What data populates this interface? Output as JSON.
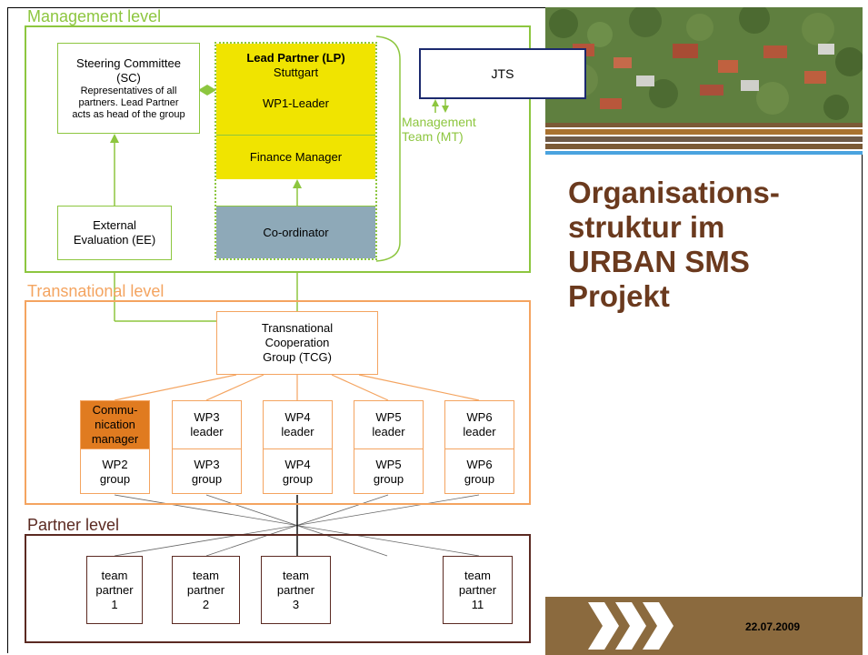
{
  "levels": {
    "management": "Management level",
    "transnational": "Transnational level",
    "partner": "Partner level"
  },
  "steering": {
    "title": "Steering Committee",
    "abbr": "(SC)",
    "line1": "Representatives of all",
    "line2": "partners. Lead Partner",
    "line3": "acts as head of the group"
  },
  "lead_partner": {
    "title": "Lead Partner (LP)",
    "city": "Stuttgart",
    "wp1": "WP1-Leader",
    "finance": "Finance Manager",
    "coordinator": "Co-ordinator"
  },
  "jts": "JTS",
  "management_team": {
    "line1": "Management",
    "line2": "Team (MT)"
  },
  "external": {
    "line1": "External",
    "line2": "Evaluation (EE)"
  },
  "tcg": {
    "line1": "Transnational",
    "line2": "Cooperation",
    "line3": "Group (TCG)"
  },
  "communication": {
    "line1": "Commu-",
    "line2": "nication",
    "line3": "manager"
  },
  "wp_groups": [
    {
      "group1": "WP2",
      "group2": "group"
    },
    {
      "top1": "WP3",
      "top2": "leader",
      "group1": "WP3",
      "group2": "group"
    },
    {
      "top1": "WP4",
      "top2": "leader",
      "group1": "WP4",
      "group2": "group"
    },
    {
      "top1": "WP5",
      "top2": "leader",
      "group1": "WP5",
      "group2": "group"
    },
    {
      "top1": "WP6",
      "top2": "leader",
      "group1": "WP6",
      "group2": "group"
    }
  ],
  "teams": [
    {
      "l1": "team",
      "l2": "partner",
      "l3": "1"
    },
    {
      "l1": "team",
      "l2": "partner",
      "l3": "2"
    },
    {
      "l1": "team",
      "l2": "partner",
      "l3": "3"
    },
    {
      "l1": "team",
      "l2": "partner",
      "l3": "11"
    }
  ],
  "slide_title": {
    "line1": "Organisations-",
    "line2": "struktur im",
    "line3": "URBAN SMS",
    "line4": "Projekt"
  },
  "date": "22.07.2009",
  "colors": {
    "green": "#8dc63f",
    "yellow": "#f0e400",
    "blue_grey": "#8ea9b8",
    "orange": "#f4a460",
    "comm_orange": "#e07b20",
    "brown": "#5b2a22",
    "title": "#6b3a1e",
    "footer": "#8b6a3e"
  }
}
